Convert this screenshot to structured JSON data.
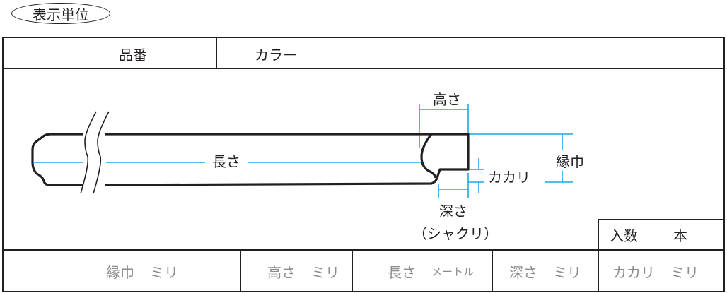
{
  "display_unit": "表示単位",
  "header": {
    "part_number": "品番",
    "color": "カラー"
  },
  "diagram": {
    "length": "長さ",
    "height": "高さ",
    "edge_width": "縁巾",
    "kakari": "カカリ",
    "depth": "深さ",
    "depth_note": "（シャクリ）"
  },
  "quantity_box": {
    "label": "入数",
    "unit": "本"
  },
  "spec_row": [
    {
      "label": "縁巾",
      "unit": "ミリ"
    },
    {
      "label": "高さ",
      "unit": "ミリ"
    },
    {
      "label": "長さ",
      "unit": "メートル"
    },
    {
      "label": "深さ",
      "unit": "ミリ"
    },
    {
      "label": "カカリ",
      "unit": "ミリ"
    }
  ],
  "colors": {
    "line": "#231f20",
    "dimension": "#1ea7e1",
    "muted_text": "#8c8c8c"
  }
}
